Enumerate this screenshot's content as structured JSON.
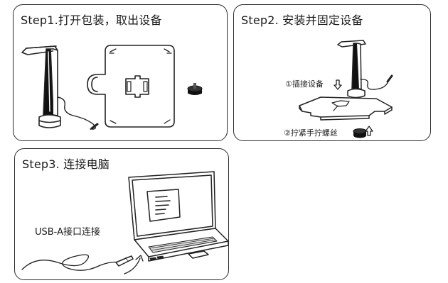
{
  "steps": [
    {
      "title": "Step1.打开包装，取出设备"
    },
    {
      "title": "Step2. 安装并固定设备",
      "insert_label": "①插接设备",
      "tighten_label": "②拧紧手拧螺丝"
    },
    {
      "title": "Step3. 连接电脑",
      "usb_label": "USB-A接口连接"
    }
  ],
  "icons": {
    "insert_arrow": "down-arrow-icon",
    "tighten_arrow": "up-arrow-icon"
  }
}
